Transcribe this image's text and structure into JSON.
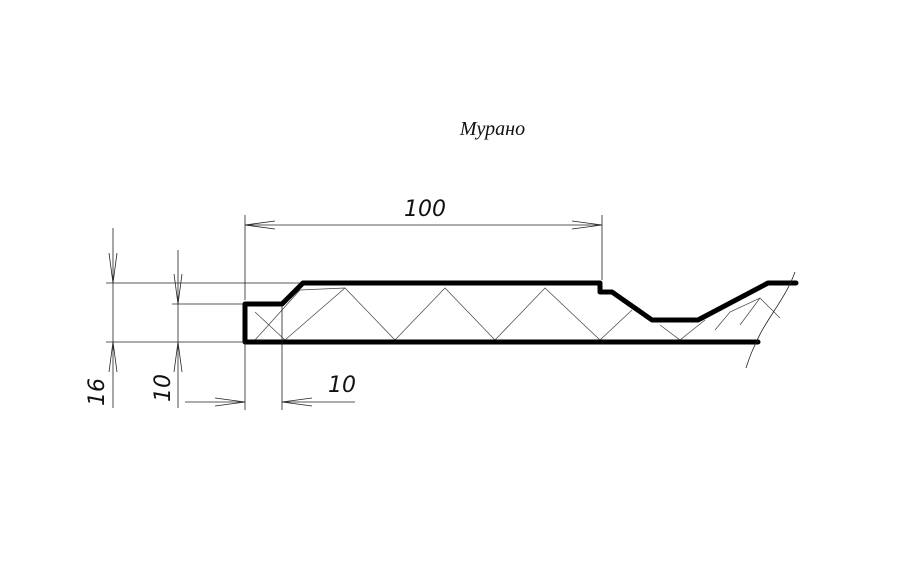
{
  "title": "Мурано",
  "dimensions": {
    "width_overall": "100",
    "height_total": "16",
    "height_step": "10",
    "step_width": "10"
  }
}
